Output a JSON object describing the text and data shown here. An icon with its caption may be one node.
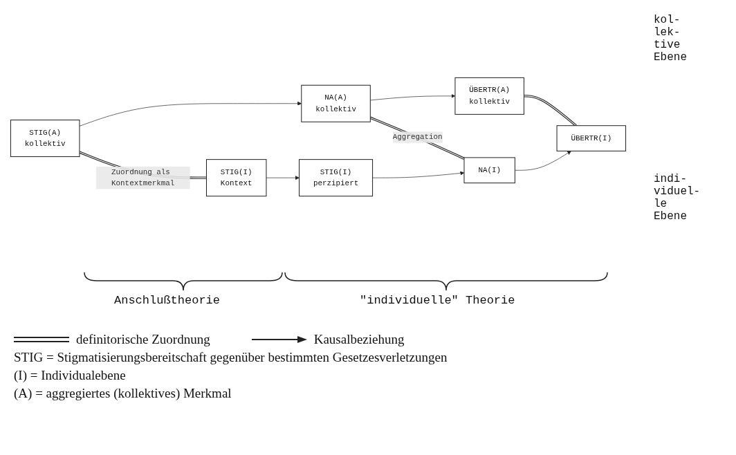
{
  "diagram": {
    "nodes": [
      {
        "text": [
          "STIG(A)",
          "kollektiv"
        ]
      },
      {
        "text": [
          "NA(A)",
          "kollektiv"
        ]
      },
      {
        "text": [
          "ÜBERTR(A)",
          "kollektiv"
        ]
      },
      {
        "text": [
          "STIG(I)",
          "Kontext"
        ]
      },
      {
        "text": [
          "STIG(I)",
          "perzipiert"
        ]
      },
      {
        "text": [
          "NA(I)"
        ]
      },
      {
        "text": [
          "ÜBERTR(I)"
        ]
      }
    ],
    "edges": [
      {
        "from": 0,
        "to": 1,
        "arrow": "to"
      },
      {
        "from": 1,
        "to": 2,
        "arrow": "to"
      },
      {
        "from": 0,
        "to": 3,
        "arrow": "none",
        "style": "thick",
        "label": "Zuordnung als Kontextmerkmal"
      },
      {
        "from": 1,
        "to": 5,
        "arrow": "none",
        "style": "thick",
        "label": "Aggregation"
      },
      {
        "from": 2,
        "to": 6,
        "arrow": "none",
        "style": "thick"
      },
      {
        "from": 3,
        "to": 4,
        "arrow": "to"
      },
      {
        "from": 4,
        "to": 5,
        "arrow": "to"
      },
      {
        "from": 5,
        "to": 6,
        "arrow": "to"
      }
    ],
    "labels": [
      "kol- lek- tive Ebene",
      "indi- viduel- le Ebene",
      "Anschlußtheorie",
      "\"individuelle\" Theorie",
      "STIG = Stigmatisierungsbereitschaft gegenüber bestimmten Gesetzesverletzungen",
      "(I) = Individualebene",
      "(A) = aggregiertes (kollektives) Merkmal"
    ],
    "legend": [
      {
        "text": "definitorische Zuordnung"
      },
      {
        "text": "Kausalbeziehung"
      }
    ]
  }
}
